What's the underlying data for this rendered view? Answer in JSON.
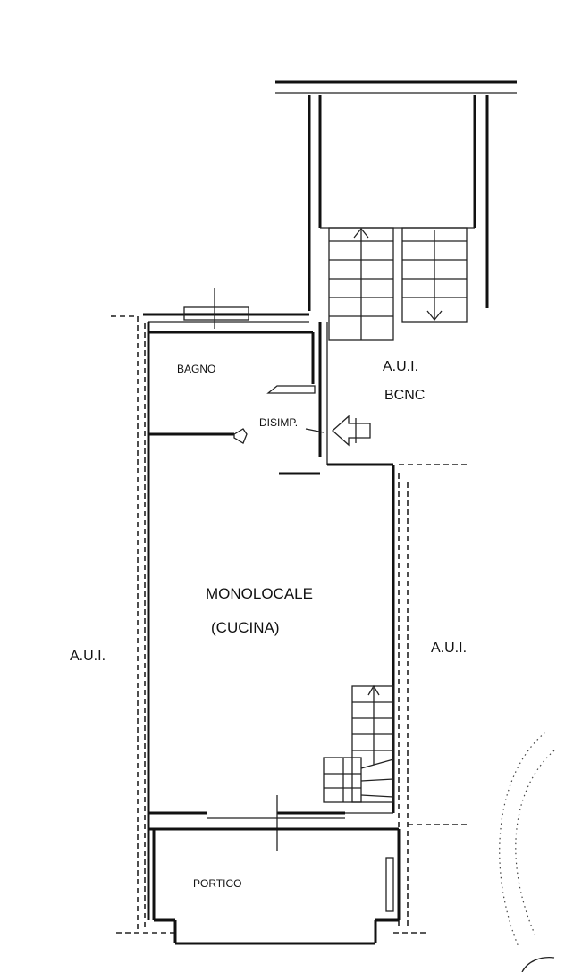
{
  "labels": {
    "bagno": "BAGNO",
    "disimp": "DISIMP.",
    "aui_top": "A.U.I.",
    "bcnc": "BCNC",
    "monolocale": "MONOLOCALE",
    "cucina": "(CUCINA)",
    "aui_left": "A.U.I.",
    "aui_right": "A.U.I.",
    "portico": "PORTICO"
  }
}
